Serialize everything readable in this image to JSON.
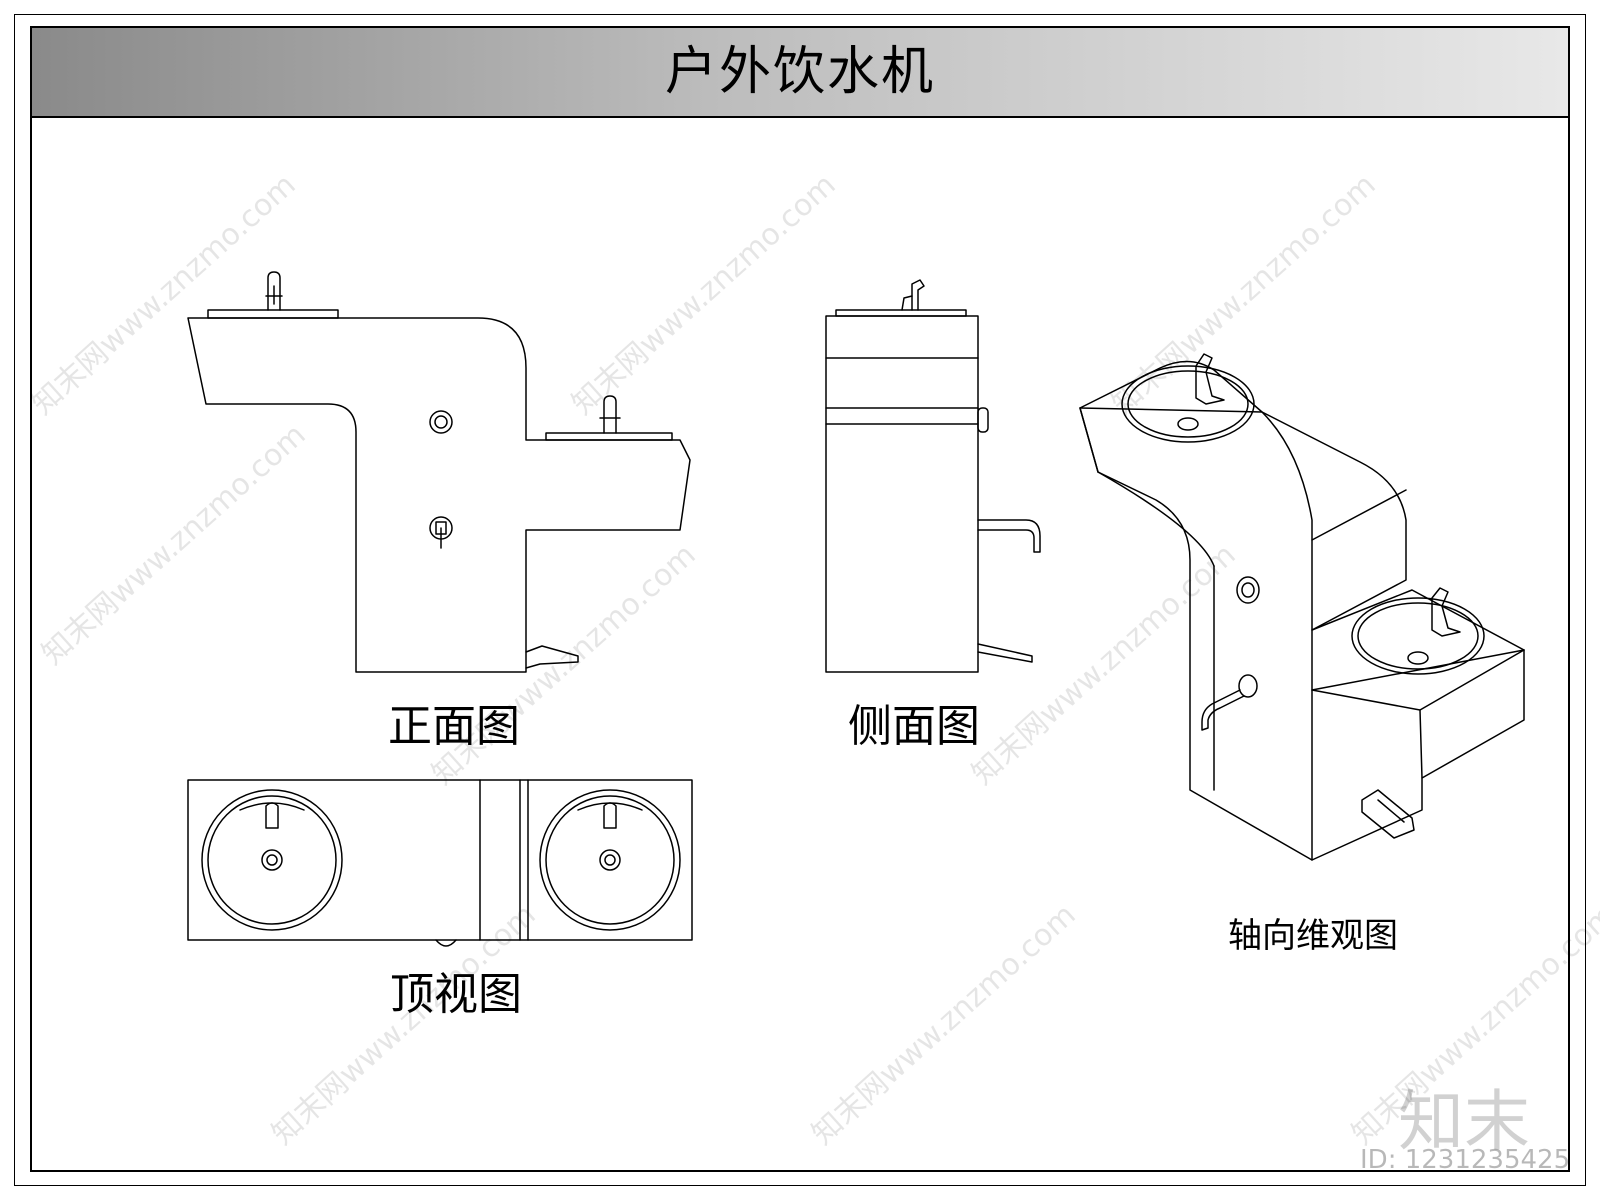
{
  "title": "户外饮水机",
  "views": {
    "front": "正面图",
    "side": "侧面图",
    "top": "顶视图",
    "axonometric": "轴向维观图"
  },
  "watermark": {
    "text": "知末网www.znzmo.com",
    "logo": "知末",
    "id": "ID: 1231235425"
  },
  "colors": {
    "line": "#000000",
    "title_bar_start": "#8a8a8a",
    "title_bar_end": "#e8e8e8"
  }
}
